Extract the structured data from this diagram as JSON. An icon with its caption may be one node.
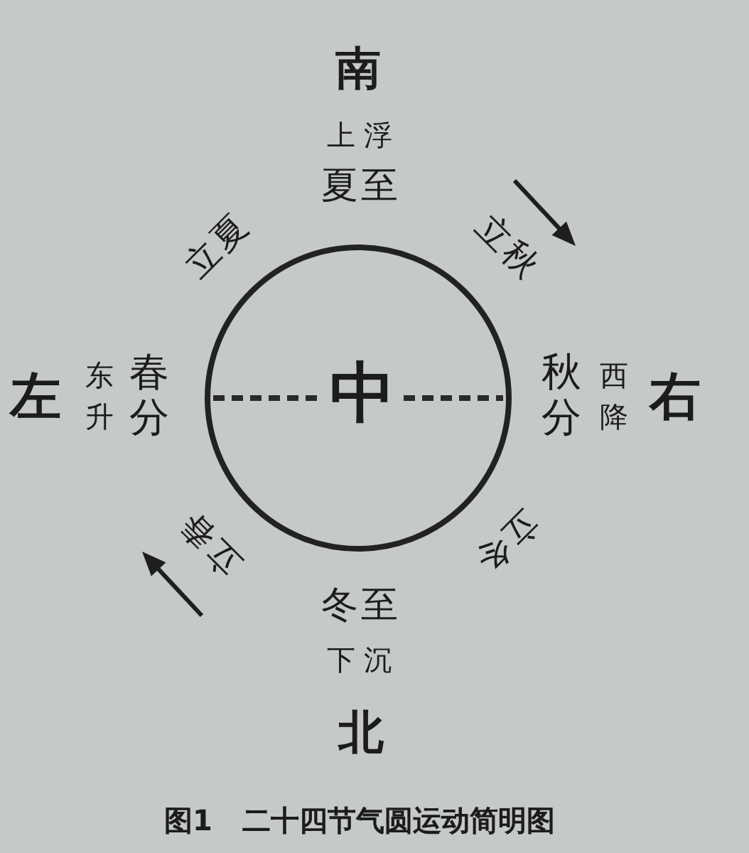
{
  "diagram": {
    "caption": "图1 二十四节气圆运动简明图",
    "nodes": [
      {
        "text": [
          "中"
        ]
      }
    ],
    "labels": [
      "南",
      "上浮",
      "夏至",
      "立夏",
      "立秋",
      "左",
      "东升",
      "春分",
      "秋分",
      "西降",
      "右",
      "立春",
      "立冬",
      "冬至",
      "下沉",
      "北"
    ]
  }
}
